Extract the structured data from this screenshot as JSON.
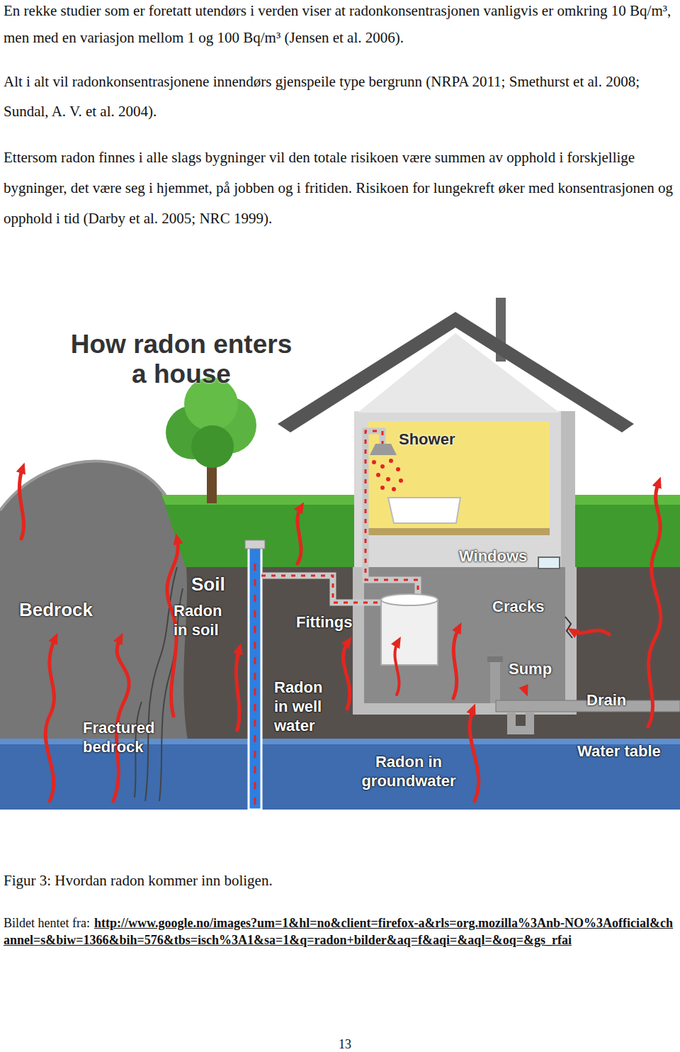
{
  "diagram": {
    "title": "How radon enters a house",
    "caption": "Figur 3: Hvordan radon kommer inn boligen.",
    "labels": [
      "En rekke studier som er foretatt utendørs i verden viser at radonkonsentrasjonen vanligvis er omkring 10 Bq/m³, men med en variasjon mellom 1 og 100 Bq/m³ (Jensen et al. 2006).",
      "Alt i alt vil radonkonsentrasjonene innendørs gjenspeile type bergrunn (NRPA 2011; Smethurst et al. 2008; Sundal, A. V. et al. 2004).",
      "Ettersom radon finnes i alle slags bygninger vil den totale risikoen være summen av opphold i forskjellige bygninger, det være seg i hjemmet, på jobben og i fritiden. Risikoen for lungekreft øker med konsentrasjonen og opphold i tid (Darby et al. 2005; NRC 1999).",
      "Shower",
      "Windows",
      "Soil",
      "Radon in soil",
      "Bedrock",
      "Fittings",
      "Cracks",
      "Sump",
      "Drain",
      "Radon in well water",
      "Fractured bedrock",
      "Water table",
      "Radon in groundwater",
      "Bildet hentet fra:",
      "http://www.google.no/images?um=1&hl=no&client=firefox-a&rls=org.mozilla%3Anb-NO%3Aofficial&channel=s&biw=1366&bih=576&tbs=isch%3A1&sa=1&q=radon+bilder&aq=f&aqi=&aql=&oq=&gs_rfai",
      "13"
    ]
  }
}
